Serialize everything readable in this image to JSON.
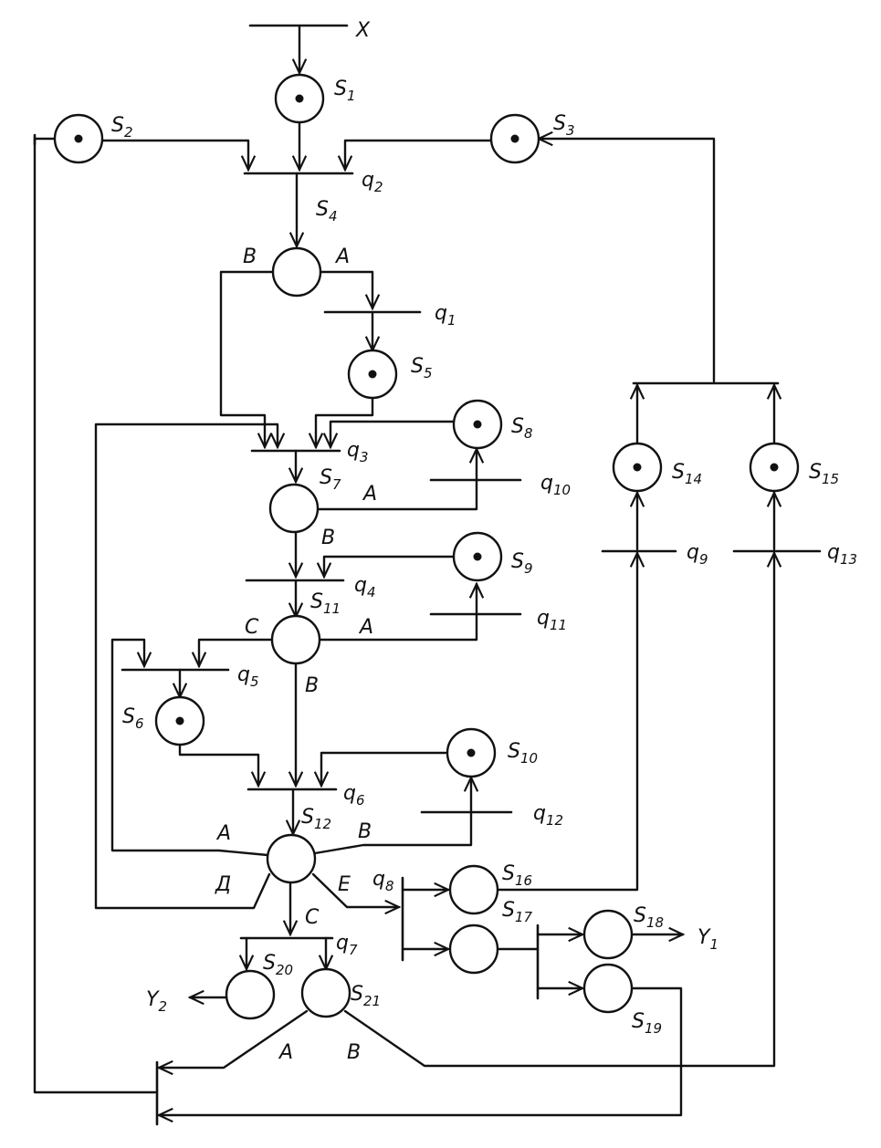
{
  "places": [
    {
      "id": "S1",
      "name": "S",
      "sub": "1",
      "marked": true
    },
    {
      "id": "S2",
      "name": "S",
      "sub": "2",
      "marked": true
    },
    {
      "id": "S3",
      "name": "S",
      "sub": "3",
      "marked": true
    },
    {
      "id": "S4",
      "name": "S",
      "sub": "4",
      "marked": false
    },
    {
      "id": "S5",
      "name": "S",
      "sub": "5",
      "marked": true
    },
    {
      "id": "S6",
      "name": "S",
      "sub": "6",
      "marked": true
    },
    {
      "id": "S7",
      "name": "S",
      "sub": "7",
      "marked": false
    },
    {
      "id": "S8",
      "name": "S",
      "sub": "8",
      "marked": true
    },
    {
      "id": "S9",
      "name": "S",
      "sub": "9",
      "marked": true
    },
    {
      "id": "S10",
      "name": "S",
      "sub": "10",
      "marked": true
    },
    {
      "id": "S11",
      "name": "S",
      "sub": "11",
      "marked": false
    },
    {
      "id": "S12",
      "name": "S",
      "sub": "12",
      "marked": false
    },
    {
      "id": "S14",
      "name": "S",
      "sub": "14",
      "marked": true
    },
    {
      "id": "S15",
      "name": "S",
      "sub": "15",
      "marked": true
    },
    {
      "id": "S16",
      "name": "S",
      "sub": "16",
      "marked": false
    },
    {
      "id": "S17",
      "name": "S",
      "sub": "17",
      "marked": false
    },
    {
      "id": "S18",
      "name": "S",
      "sub": "18",
      "marked": false
    },
    {
      "id": "S19",
      "name": "S",
      "sub": "19",
      "marked": false
    },
    {
      "id": "S20",
      "name": "S",
      "sub": "20",
      "marked": false
    },
    {
      "id": "S21",
      "name": "S",
      "sub": "21",
      "marked": false
    }
  ],
  "transitions": [
    {
      "id": "q1",
      "name": "q",
      "sub": "1"
    },
    {
      "id": "q2",
      "name": "q",
      "sub": "2"
    },
    {
      "id": "q3",
      "name": "q",
      "sub": "3"
    },
    {
      "id": "q4",
      "name": "q",
      "sub": "4"
    },
    {
      "id": "q5",
      "name": "q",
      "sub": "5"
    },
    {
      "id": "q6",
      "name": "q",
      "sub": "6"
    },
    {
      "id": "q7",
      "name": "q",
      "sub": "7"
    },
    {
      "id": "q8",
      "name": "q",
      "sub": "8"
    },
    {
      "id": "q9",
      "name": "q",
      "sub": "9"
    },
    {
      "id": "q10",
      "name": "q",
      "sub": "10"
    },
    {
      "id": "q11",
      "name": "q",
      "sub": "11"
    },
    {
      "id": "q12",
      "name": "q",
      "sub": "12"
    },
    {
      "id": "q13",
      "name": "q",
      "sub": "13"
    }
  ],
  "io": [
    {
      "id": "X",
      "name": "X",
      "sub": ""
    },
    {
      "id": "Y1",
      "name": "Y",
      "sub": "1"
    },
    {
      "id": "Y2",
      "name": "Y",
      "sub": "2"
    }
  ],
  "branch_labels": [
    {
      "id": "S4-B",
      "text": "B"
    },
    {
      "id": "S4-A",
      "text": "A"
    },
    {
      "id": "S7-A",
      "text": "A"
    },
    {
      "id": "S7-B",
      "text": "B"
    },
    {
      "id": "S11-C",
      "text": "C"
    },
    {
      "id": "S11-A",
      "text": "A"
    },
    {
      "id": "S11-B",
      "text": "B"
    },
    {
      "id": "S12-A",
      "text": "A"
    },
    {
      "id": "S12-B",
      "text": "B"
    },
    {
      "id": "S12-D",
      "text": "Д"
    },
    {
      "id": "S12-E",
      "text": "E"
    },
    {
      "id": "S12-C",
      "text": "C"
    },
    {
      "id": "S21-A",
      "text": "A"
    },
    {
      "id": "S21-B",
      "text": "B"
    }
  ]
}
